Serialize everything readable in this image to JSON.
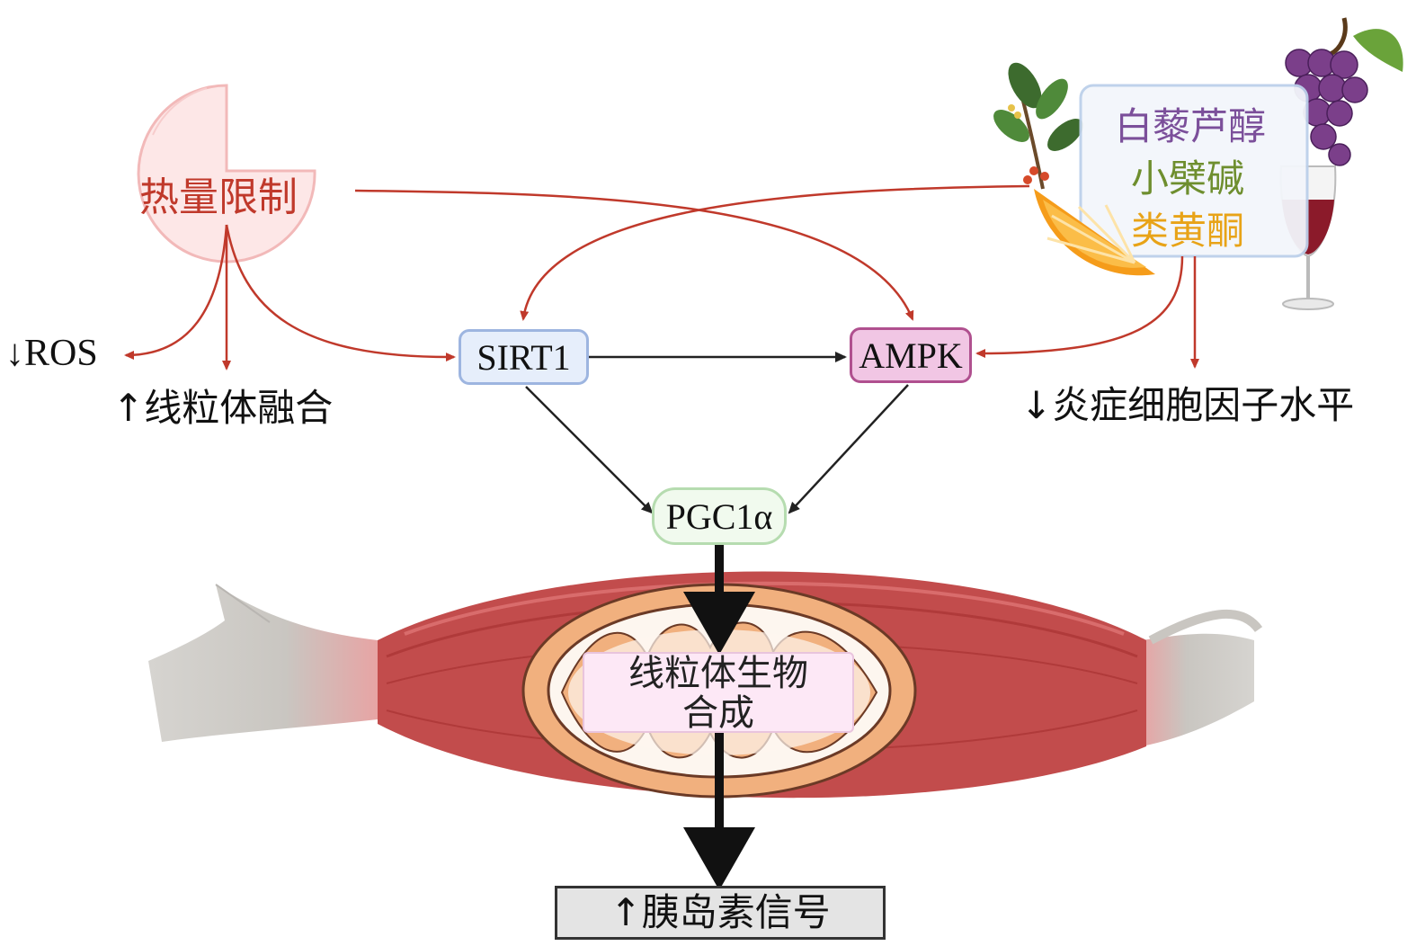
{
  "calorie_restriction": {
    "label": "热量限制",
    "color": "#c0392b"
  },
  "compounds": [
    {
      "label": "白藜芦醇",
      "color": "#7b4f9a"
    },
    {
      "label": "小檗碱",
      "color": "#6e8e2e"
    },
    {
      "label": "类黄酮",
      "color": "#e8a317"
    }
  ],
  "nodes": {
    "sirt1": "SIRT1",
    "ampk": "AMPK",
    "pgc1a": "PGC1α",
    "mito_biogenesis_line1": "线粒体生物",
    "mito_biogenesis_line2": "合成"
  },
  "effects": {
    "ros": "↓ROS",
    "mito_fusion": "↑线粒体融合",
    "inflammation": "↓炎症细胞因子水平",
    "insulin": "↑胰岛素信号"
  },
  "colors": {
    "red_arrow": "#c0392b",
    "black_arrow": "#222222",
    "sirt1_fill": "#e6eefb",
    "sirt1_border": "#9db5e0",
    "ampk_fill": "#f1c6e4",
    "ampk_border": "#b0508f",
    "pgc_fill": "#f1faee",
    "pgc_border": "#b6dcb0",
    "muscle": "#c24c4c",
    "mitochondrion": "#f1b07e"
  }
}
